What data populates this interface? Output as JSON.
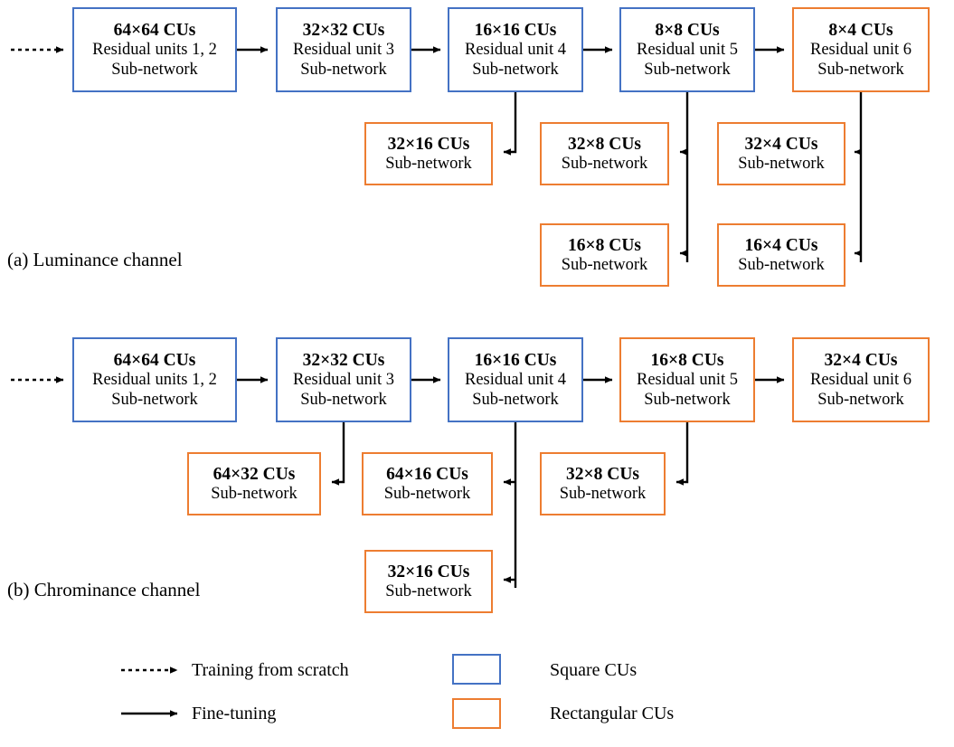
{
  "figure": {
    "title": "CU sub-network training flow diagram",
    "colors": {
      "square_cu_border": "#4472C4",
      "rectangular_cu_border": "#ED7D31",
      "arrow": "#000000",
      "background": "#FFFFFF"
    }
  },
  "sections": [
    {
      "id": "luminance",
      "caption": "(a) Luminance channel",
      "main_chain": [
        {
          "size": "64×64 CUs",
          "unit": "Residual units 1, 2",
          "sub": "Sub-network",
          "cu_type": "square"
        },
        {
          "size": "32×32 CUs",
          "unit": "Residual unit 3",
          "sub": "Sub-network",
          "cu_type": "square"
        },
        {
          "size": "16×16 CUs",
          "unit": "Residual unit 4",
          "sub": "Sub-network",
          "cu_type": "square"
        },
        {
          "size": "8×8 CUs",
          "unit": "Residual unit 5",
          "sub": "Sub-network",
          "cu_type": "square"
        },
        {
          "size": "8×4 CUs",
          "unit": "Residual unit 6",
          "sub": "Sub-network",
          "cu_type": "rectangular"
        }
      ],
      "branch_row_1": [
        {
          "size": "32×16 CUs",
          "sub": "Sub-network",
          "cu_type": "rectangular"
        },
        {
          "size": "32×8 CUs",
          "sub": "Sub-network",
          "cu_type": "rectangular"
        },
        {
          "size": "32×4 CUs",
          "sub": "Sub-network",
          "cu_type": "rectangular"
        }
      ],
      "branch_row_2": [
        {
          "size": "16×8 CUs",
          "sub": "Sub-network",
          "cu_type": "rectangular"
        },
        {
          "size": "16×4 CUs",
          "sub": "Sub-network",
          "cu_type": "rectangular"
        }
      ]
    },
    {
      "id": "chrominance",
      "caption": "(b) Chrominance channel",
      "main_chain": [
        {
          "size": "64×64 CUs",
          "unit": "Residual units 1, 2",
          "sub": "Sub-network",
          "cu_type": "square"
        },
        {
          "size": "32×32 CUs",
          "unit": "Residual unit 3",
          "sub": "Sub-network",
          "cu_type": "square"
        },
        {
          "size": "16×16 CUs",
          "unit": "Residual unit 4",
          "sub": "Sub-network",
          "cu_type": "square"
        },
        {
          "size": "16×8 CUs",
          "unit": "Residual unit 5",
          "sub": "Sub-network",
          "cu_type": "rectangular"
        },
        {
          "size": "32×4 CUs",
          "unit": "Residual unit 6",
          "sub": "Sub-network",
          "cu_type": "rectangular"
        }
      ],
      "branch_row_1": [
        {
          "size": "64×32 CUs",
          "sub": "Sub-network",
          "cu_type": "rectangular"
        },
        {
          "size": "64×16 CUs",
          "sub": "Sub-network",
          "cu_type": "rectangular"
        },
        {
          "size": "32×8 CUs",
          "sub": "Sub-network",
          "cu_type": "rectangular"
        }
      ],
      "branch_row_2": [
        {
          "size": "32×16 CUs",
          "sub": "Sub-network",
          "cu_type": "rectangular"
        }
      ]
    }
  ],
  "legend": {
    "items": [
      {
        "icon": "dotted-arrow-icon",
        "label": "Training from scratch"
      },
      {
        "icon": "solid-arrow-icon",
        "label": "Fine-tuning"
      },
      {
        "icon": "blue-box-icon",
        "label": "Square CUs"
      },
      {
        "icon": "orange-box-icon",
        "label": "Rectangular CUs"
      }
    ]
  }
}
